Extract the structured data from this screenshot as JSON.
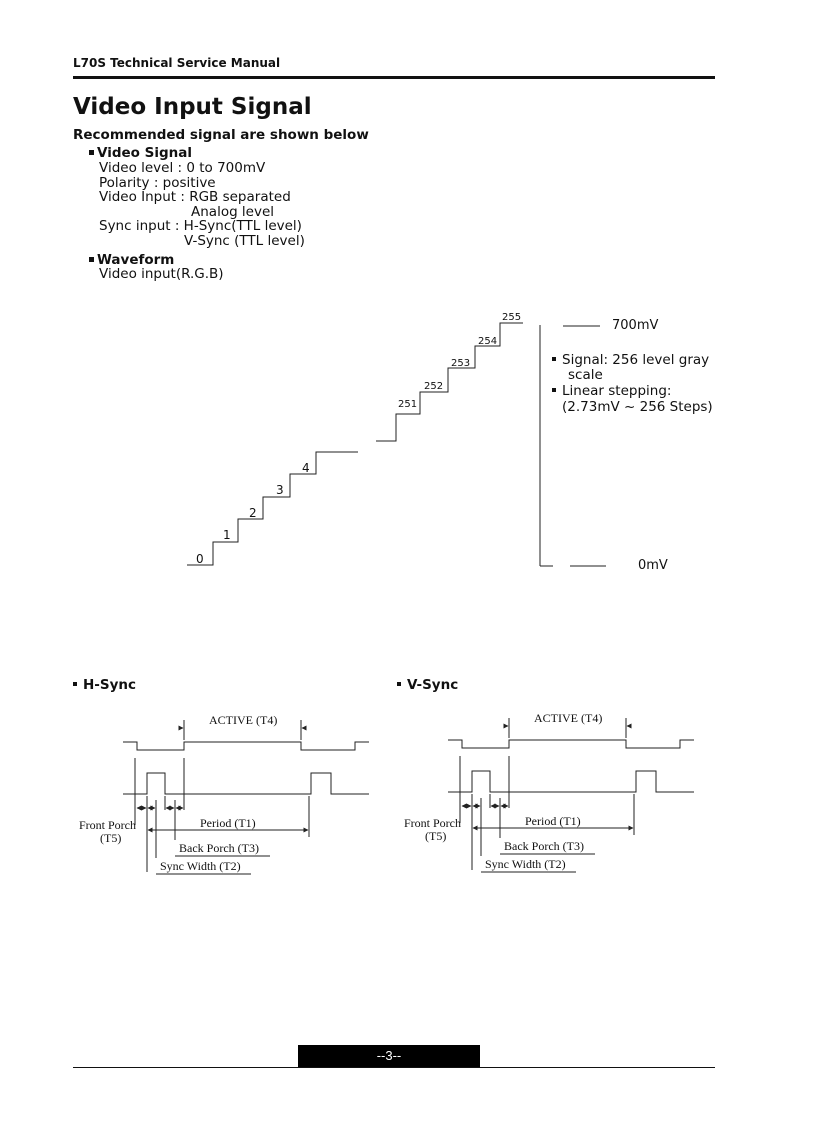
{
  "header": {
    "manual_title": "L70S Technical Service Manual"
  },
  "page": {
    "title": "Video Input Signal",
    "subtitle": "Recommended signal are shown below"
  },
  "video_signal": {
    "heading": "Video Signal",
    "lines": [
      "Video level :  0 to 700mV",
      "Polarity : positive",
      "Video Input : RGB  separated",
      "Analog level",
      "Sync input : H-Sync(TTL level)",
      "V-Sync (TTL level)"
    ]
  },
  "waveform": {
    "heading": "Waveform",
    "caption": "Video input(R.G.B)",
    "step_labels": [
      "0",
      "1",
      "2",
      "3",
      "4",
      "251",
      "252",
      "253",
      "254",
      "255"
    ],
    "level_top": "700mV",
    "level_bottom": "0mV",
    "notes": [
      {
        "line1": "Signal: 256  level gray",
        "line2": "scale"
      },
      {
        "line1": "Linear stepping:",
        "line2": "(2.73mV ~ 256 Steps)"
      }
    ]
  },
  "hsync": {
    "title": "H-Sync",
    "active": "ACTIVE (T4)",
    "front_porch": "Front Porch",
    "front_porch_code": "(T5)",
    "period": "Period (T1)",
    "back_porch": "Back Porch (T3)",
    "sync_width": "Sync Width (T2)"
  },
  "vsync": {
    "title": "V-Sync",
    "active": "ACTIVE (T4)",
    "front_porch": "Front Porch",
    "front_porch_code": "(T5)",
    "period": "Period (T1)",
    "back_porch": "Back Porch (T3)",
    "sync_width": "Sync Width (T2)"
  },
  "footer": {
    "page_number": "--3--"
  }
}
